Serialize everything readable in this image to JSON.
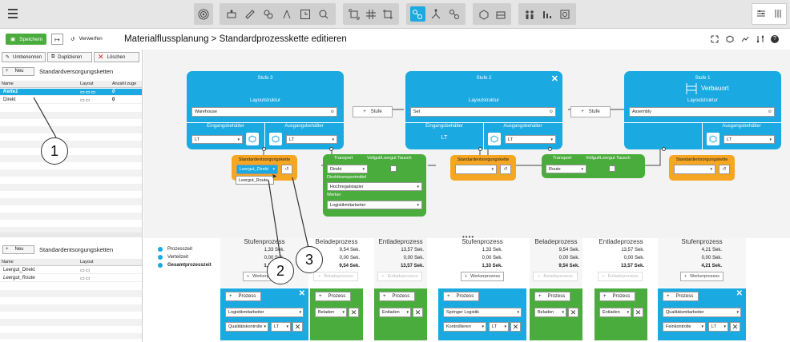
{
  "toolbar": {
    "menu_icon": "hamburger-icon",
    "active_icon": "route-network-icon"
  },
  "actions": {
    "save": "Speichern",
    "discard": "Verwerfen"
  },
  "breadcrumb": {
    "title": "Materialflussplanung > Standardprozesskette editieren"
  },
  "left": {
    "rename": "Umbenennen",
    "duplicate": "Duplizieren",
    "delete": "Löschen",
    "new": "Neu",
    "supply_title": "Standardversorgungsketten",
    "supply_headers": [
      "Name",
      "Layout",
      "Anzahl zuge"
    ],
    "supply_rows": [
      {
        "name": "Kette1",
        "count": "0"
      },
      {
        "name": "Direkt",
        "count": "0"
      }
    ],
    "disposal_title": "Standardentsorgungsketten",
    "disposal_headers": [
      "Name",
      "Layout"
    ],
    "disposal_rows": [
      {
        "name": "Leergut_Direkt"
      },
      {
        "name": "Leergut_Route"
      }
    ]
  },
  "canvas": {
    "stage3": {
      "title": "Stufe 3",
      "layout_label": "Layoutstruktur",
      "layout_value": "Warehouse",
      "in_label": "Eingangsbehälter",
      "in_value": "LT",
      "out_label": "Ausgangsbehälter",
      "out_value": "LT"
    },
    "stage2": {
      "title": "Stufe 2",
      "layout_label": "Layoutstruktur",
      "layout_value": "Set",
      "in_label": "Eingangsbehälter",
      "in_value": "LT",
      "out_label": "Ausgangsbehälter",
      "out_value": "LT"
    },
    "stage1": {
      "title": "Stufe 1",
      "sub": "Verbauort",
      "layout_label": "Layoutstruktur",
      "layout_value": "Assembly",
      "out_label": "Ausgangsbehälter",
      "out_value": "LT"
    },
    "add_stage": "Stufe",
    "disposal_label": "Standardentsorgungskette",
    "disposal_selected": "Leergut_Direkt",
    "disposal_option": "Leergut_Route",
    "transport1": {
      "transport_label": "Transport",
      "tausch_label": "Vollgut/Leergut Tausch",
      "transport_value": "Direkt",
      "means_label": "Direkttransportmittel",
      "means_value": "Hochregalstapler",
      "worker_label": "Werker",
      "worker_value": "Logistikmitarbeiter"
    },
    "transport2": {
      "transport_label": "Transport",
      "tausch_label": "Vollgut/Leergut Tausch",
      "transport_value": "Route"
    }
  },
  "bottom": {
    "labels": [
      "Prozesszeit",
      "Verteilzeit",
      "Gesamtprozesszeit"
    ],
    "cols": [
      {
        "title": "Stufenprozess",
        "v": [
          "1,33 Sek.",
          "0,00 Sek.",
          "1,33 Sek."
        ],
        "btn": "Werkerprozess"
      },
      {
        "title": "Beladeprozess",
        "v": [
          "9,54 Sek.",
          "0,00 Sek.",
          "9,54 Sek."
        ],
        "btn": "Beladeprozess"
      },
      {
        "title": "Entladeprozess",
        "v": [
          "13,57 Sek.",
          "0,00 Sek.",
          "13,57 Sek."
        ],
        "btn": "Entladeprozess"
      },
      {
        "title": "Stufenprozess",
        "v": [
          "1,33 Sek.",
          "0,00 Sek.",
          "1,33 Sek."
        ],
        "btn": "Werkerprozess"
      },
      {
        "title": "Beladeprozess",
        "v": [
          "9,54 Sek.",
          "0,00 Sek.",
          "9,54 Sek."
        ],
        "btn": "Beladeprozess"
      },
      {
        "title": "Entladeprozess",
        "v": [
          "13,57 Sek.",
          "0,00 Sek.",
          "13,57 Sek."
        ],
        "btn": "Entladeprozess"
      },
      {
        "title": "Stufenprozess",
        "v": [
          "4,21 Sek.",
          "0,00 Sek.",
          "4,21 Sek."
        ],
        "btn": "Werkerprozess"
      }
    ],
    "prozess": "Prozess",
    "cards": {
      "c1": {
        "worker": "Logistikmitarbeiter",
        "activity": "Qualitätskontrolle",
        "lt": "LT"
      },
      "c2": {
        "activity": "Beladen"
      },
      "c3": {
        "activity": "Entladen"
      },
      "c4": {
        "worker": "Springer Logistik",
        "activity": "Kontrollieren",
        "lt": "LT"
      },
      "c5": {
        "activity": "Beladen"
      },
      "c6": {
        "activity": "Entladen"
      },
      "c7": {
        "worker": "Qualitätsmitarbeiter",
        "activity": "Feinkontrolle",
        "lt": "LT"
      }
    }
  },
  "callouts": [
    "1",
    "2",
    "3"
  ],
  "colors": {
    "blue": "#1aa9e0",
    "green": "#4aac3c",
    "orange": "#f5a623"
  }
}
